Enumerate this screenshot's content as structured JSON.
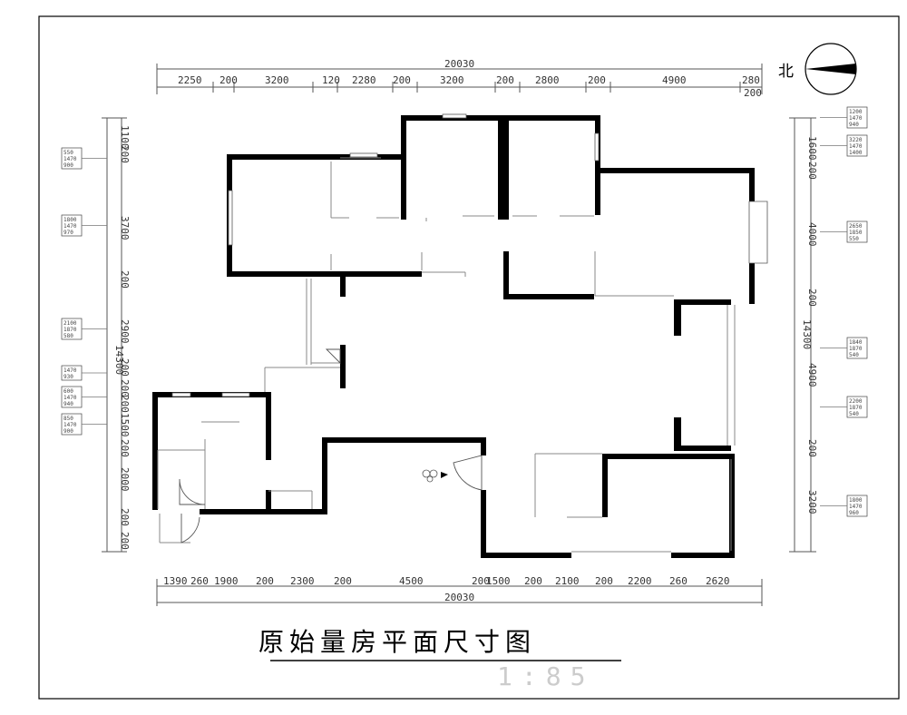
{
  "title": "原始量房平面尺寸图",
  "scale": "1:85",
  "north_label": "北",
  "top_dims": {
    "total": "20030",
    "segments": [
      "2250",
      "200",
      "3200",
      "120",
      "2280",
      "200",
      "3200",
      "200",
      "2800",
      "200",
      "4900",
      "280"
    ],
    "extra": "200"
  },
  "bottom_dims": {
    "total": "20030",
    "segments": [
      "1390",
      "260",
      "1900",
      "200",
      "2300",
      "200",
      "4500",
      "200",
      "1500",
      "200",
      "2100",
      "200",
      "2200",
      "260",
      "2620"
    ]
  },
  "left_dims": {
    "total": "14300",
    "segments": [
      "1100",
      "200",
      "3700",
      "200",
      "2900",
      "200",
      "200",
      "200",
      "1500",
      "200",
      "2000",
      "200",
      "200"
    ]
  },
  "right_dims": {
    "total": "14300",
    "segments": [
      "1600",
      "200",
      "4000",
      "200",
      "4900",
      "200",
      "3200"
    ]
  },
  "tags_left": [
    [
      "550",
      "1470",
      "900"
    ],
    [
      "1800",
      "1470",
      "970"
    ],
    [
      "2100",
      "1870",
      "580"
    ],
    [
      "1470",
      "930"
    ],
    [
      "600",
      "1470",
      "940"
    ],
    [
      "850",
      "1470",
      "900"
    ]
  ],
  "tags_right": [
    [
      "1200",
      "1470",
      "940"
    ],
    [
      "3220",
      "1470",
      "1400"
    ],
    [
      "2650",
      "1850",
      "550"
    ],
    [
      "1840",
      "1870",
      "540"
    ],
    [
      "2200",
      "1870",
      "540"
    ],
    [
      "1800",
      "1470",
      "960"
    ]
  ]
}
